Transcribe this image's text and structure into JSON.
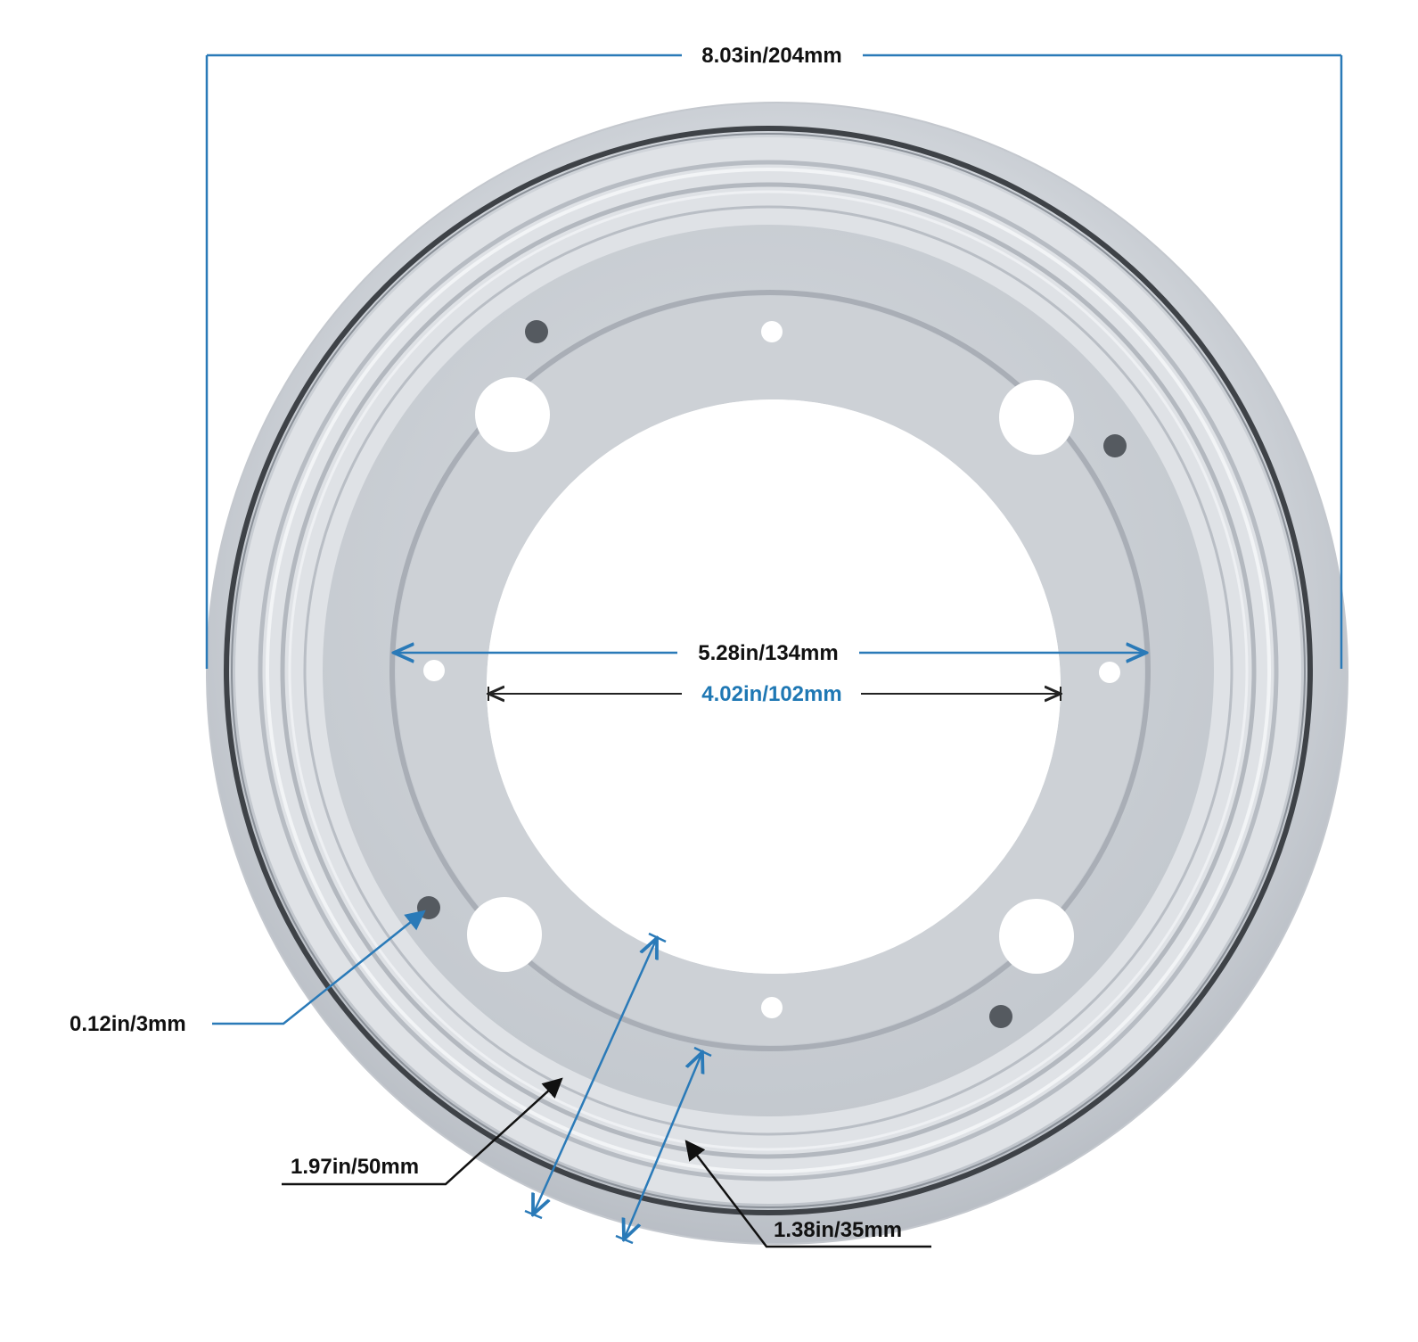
{
  "dimensions": {
    "outer_diameter": "8.03in/204mm",
    "outer_ring_diameter": "5.28in/134mm",
    "inner_diameter": "4.02in/102mm",
    "hole_diameter": "0.12in/3mm",
    "ring_width": "1.97in/50mm",
    "inner_ring_width": "1.38in/35mm"
  },
  "colors": {
    "dimension_line": "#2a7ab8",
    "highlight_text": "#1f78b4",
    "text": "#111111",
    "metal_light": "#e4e7eb",
    "metal_mid": "#c9cdd3",
    "metal_dark": "#a9aeb6"
  }
}
